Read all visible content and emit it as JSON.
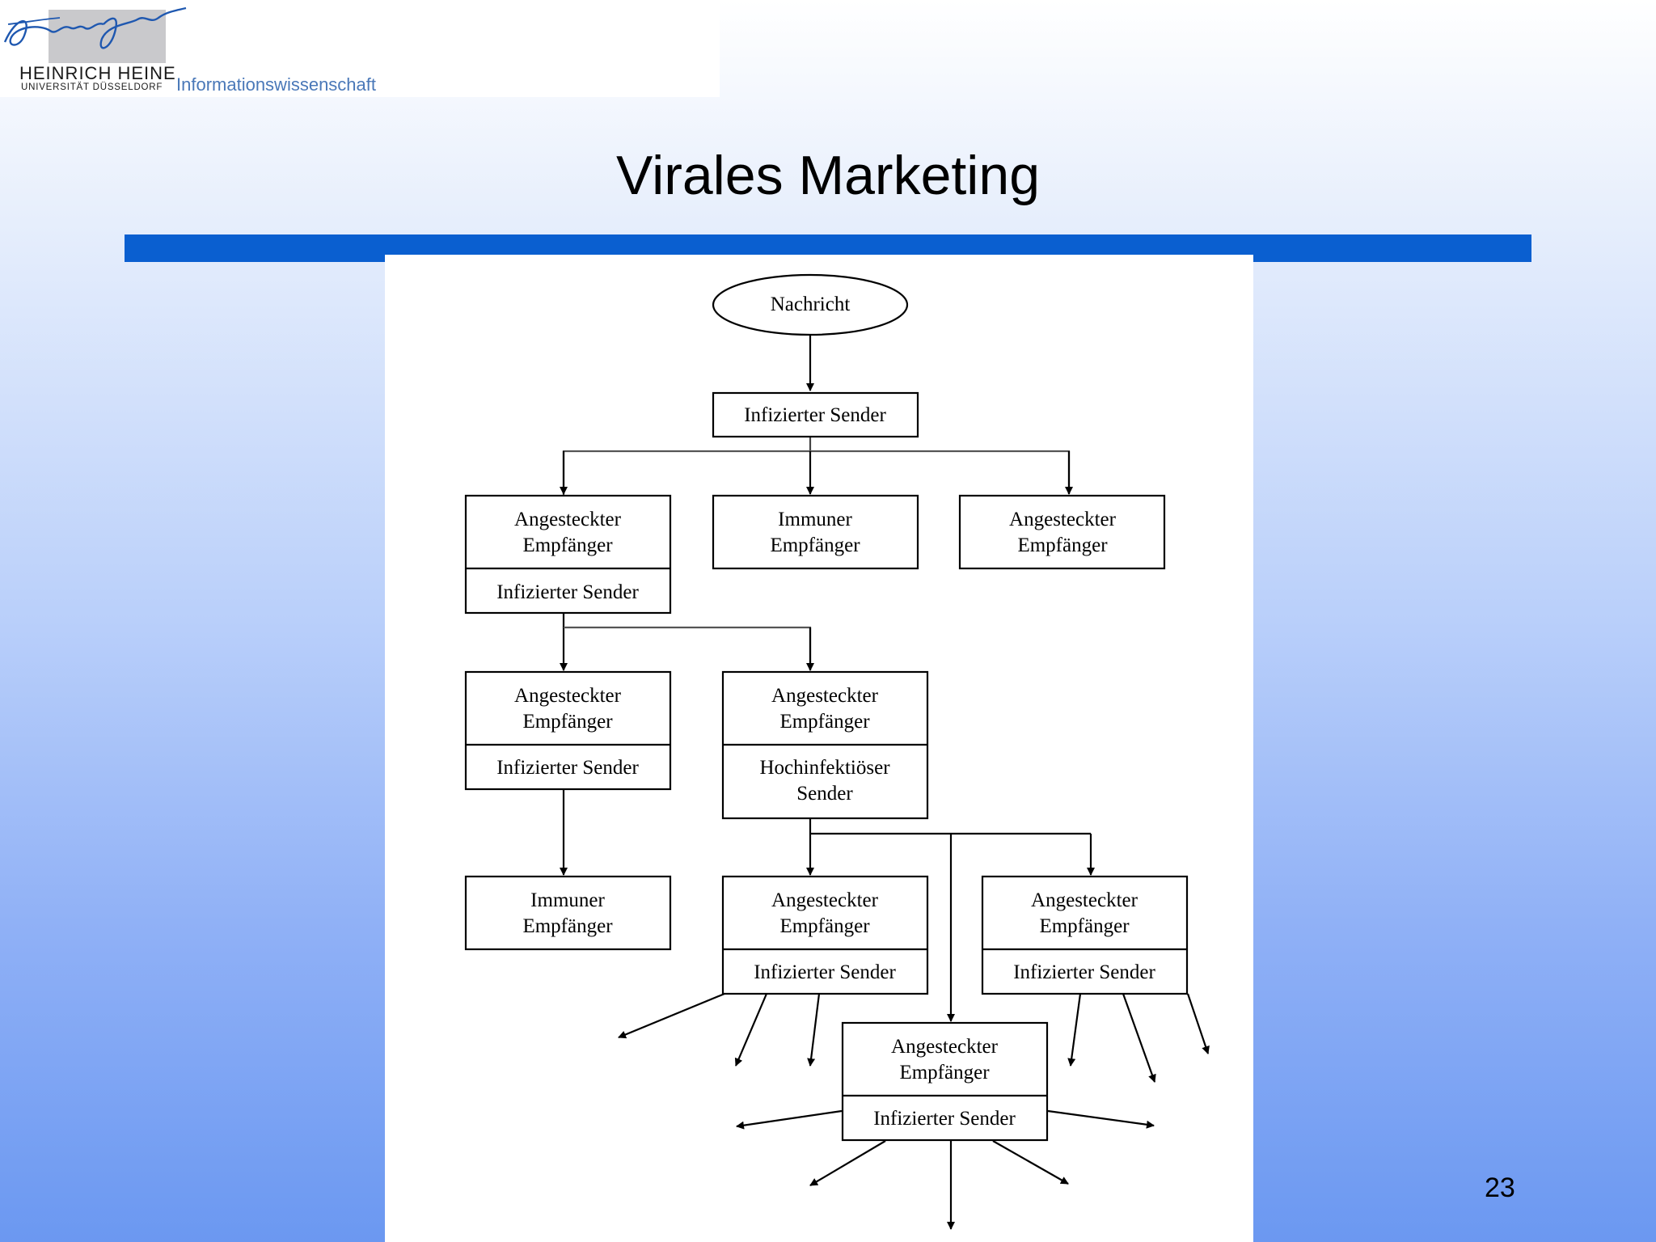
{
  "header": {
    "logo_signature": "Heinrich Heine",
    "university_name": "HEINRICH HEINE",
    "university_subtitle": "UNIVERSITÄT DÜSSELDORF",
    "department": "Informationswissenschaft"
  },
  "slide": {
    "title": "Virales Marketing",
    "page_number": "23"
  },
  "diagram": {
    "root": "Nachricht",
    "level1": "Infizierter Sender",
    "level2": {
      "left": {
        "top": [
          "Angesteckter",
          "Empfänger"
        ],
        "bottom": "Infizierter Sender"
      },
      "middle": {
        "top": [
          "Immuner",
          "Empfänger"
        ]
      },
      "right": {
        "top": [
          "Angesteckter",
          "Empfänger"
        ]
      }
    },
    "level3": {
      "left": {
        "top": [
          "Angesteckter",
          "Empfänger"
        ],
        "bottom": "Infizierter Sender"
      },
      "right": {
        "top": [
          "Angesteckter",
          "Empfänger"
        ],
        "bottom": [
          "Hochinfektiöser",
          "Sender"
        ]
      }
    },
    "level4": {
      "left": {
        "top": [
          "Immuner",
          "Empfänger"
        ]
      },
      "middle": {
        "top": [
          "Angesteckter",
          "Empfänger"
        ],
        "bottom": "Infizierter Sender"
      },
      "right": {
        "top": [
          "Angesteckter",
          "Empfänger"
        ],
        "bottom": "Infizierter Sender"
      }
    },
    "level5": {
      "center": {
        "top": [
          "Angesteckter",
          "Empfänger"
        ],
        "bottom": "Infizierter Sender"
      }
    }
  }
}
